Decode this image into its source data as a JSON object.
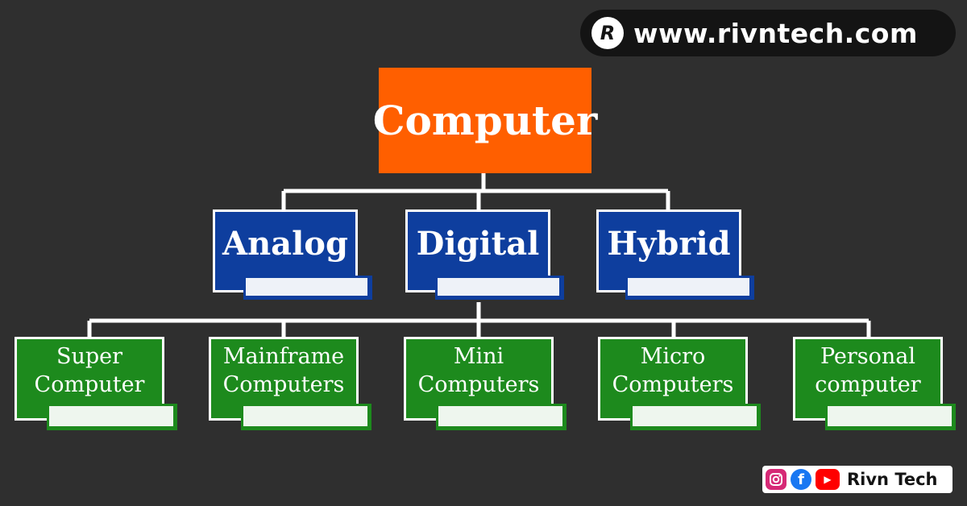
{
  "watermark": {
    "text": "www.rivntech.com",
    "logo_letter": "R"
  },
  "diagram": {
    "root": {
      "label": "Computer"
    },
    "categories": [
      {
        "label": "Analog"
      },
      {
        "label": "Digital"
      },
      {
        "label": "Hybrid"
      }
    ],
    "digital_types": [
      {
        "line1": "Super",
        "line2": "Computer"
      },
      {
        "line1": "Mainframe",
        "line2": "Computers"
      },
      {
        "line1": "Mini",
        "line2": "Computers"
      },
      {
        "line1": "Micro",
        "line2": "Computers"
      },
      {
        "line1": "Personal",
        "line2": "computer"
      }
    ]
  },
  "social": {
    "label": "Rivn Tech",
    "icons": [
      "instagram-icon",
      "facebook-icon",
      "youtube-icon"
    ],
    "facebook_letter": "f",
    "youtube_symbol": "▶"
  },
  "colors": {
    "background": "#2f2f2f",
    "root": "#ff5f00",
    "category": "#0e3e9e",
    "leaf": "#1d8a1d",
    "connector": "#ffffff"
  }
}
